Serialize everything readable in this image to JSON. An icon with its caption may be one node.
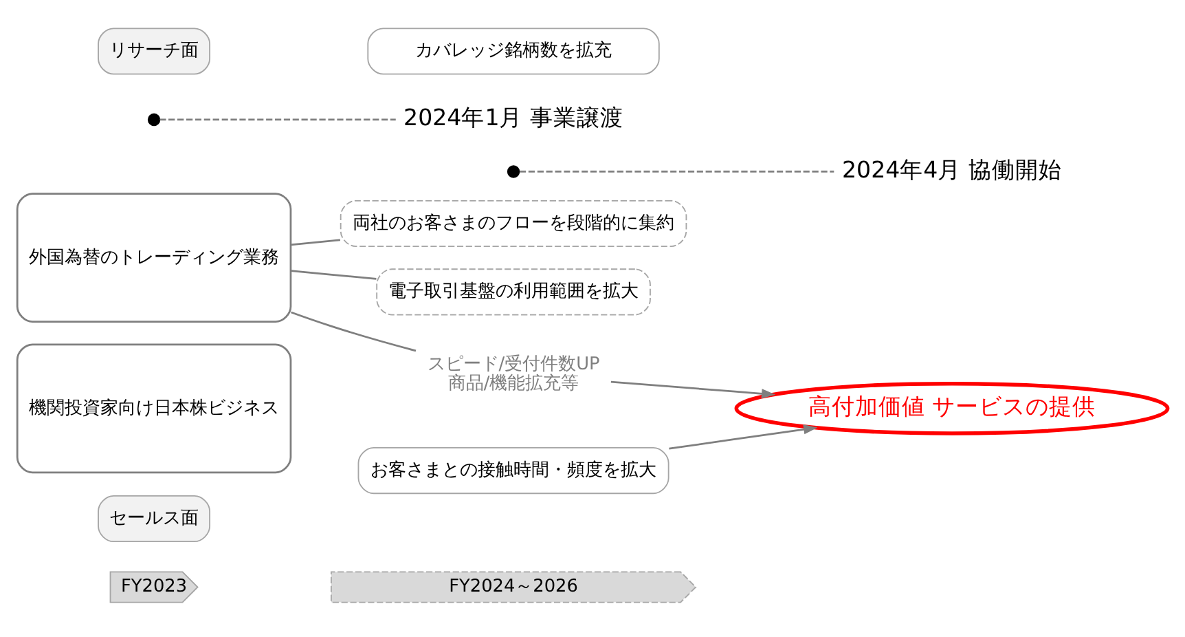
{
  "diagram": {
    "nodes": [
      {
        "text": [
          "FY2023"
        ]
      },
      {
        "text": [
          "FY2024～2026"
        ]
      },
      {
        "text": [
          "外国為替のトレーディング業務"
        ]
      },
      {
        "text": [
          "2024年4月 協働開始"
        ]
      },
      {
        "text": [
          "両社のお客さまのフローを段階的に集約"
        ]
      },
      {
        "text": [
          "電子取引基盤の利用範囲を拡大"
        ]
      },
      {
        "text": [
          "スピード/受付件数UP",
          "商品/機能拡充等"
        ]
      },
      {
        "text": [
          "高付加価値 サービスの提供"
        ]
      },
      {
        "text": [
          "2024年1月 事業譲渡"
        ]
      },
      {
        "text": [
          "機関投資家向け日本株ビジネス"
        ]
      },
      {
        "text": [
          "セールス面"
        ]
      },
      {
        "text": [
          "お客さまとの接触時間・頻度を拡大"
        ]
      },
      {
        "text": [
          "リサーチ面"
        ]
      },
      {
        "text": [
          "カバレッジ銘柄数を拡充"
        ]
      },
      {
        "text": [],
        "shape": "circle"
      },
      {
        "text": [],
        "shape": "circle"
      }
    ],
    "edges": [
      {
        "from": 15,
        "to": 3,
        "arrow": "none",
        "style": "dashed"
      },
      {
        "from": 14,
        "to": 8,
        "arrow": "none",
        "style": "dashed"
      },
      {
        "from": 2,
        "to": 4,
        "arrow": "none"
      },
      {
        "from": 2,
        "to": 5,
        "arrow": "none"
      },
      {
        "from": 2,
        "to": 6,
        "arrow": "none"
      },
      {
        "from": 6,
        "to": 7,
        "arrow": "to"
      },
      {
        "from": 11,
        "to": 7,
        "arrow": "to"
      }
    ]
  }
}
